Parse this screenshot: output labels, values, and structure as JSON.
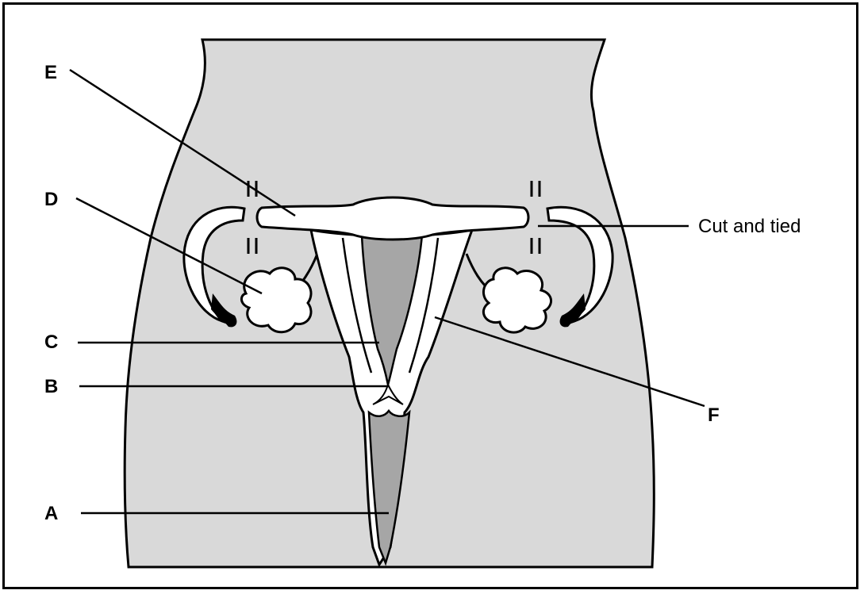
{
  "labels": {
    "a": "A",
    "b": "B",
    "c": "C",
    "d": "D",
    "e": "E",
    "f": "F",
    "cut": "Cut and tied"
  },
  "colors": {
    "body_fill": "#d9d9d9",
    "cavity_fill": "#a6a6a6",
    "tissue_fill": "#ffffff",
    "outline": "#000000"
  }
}
